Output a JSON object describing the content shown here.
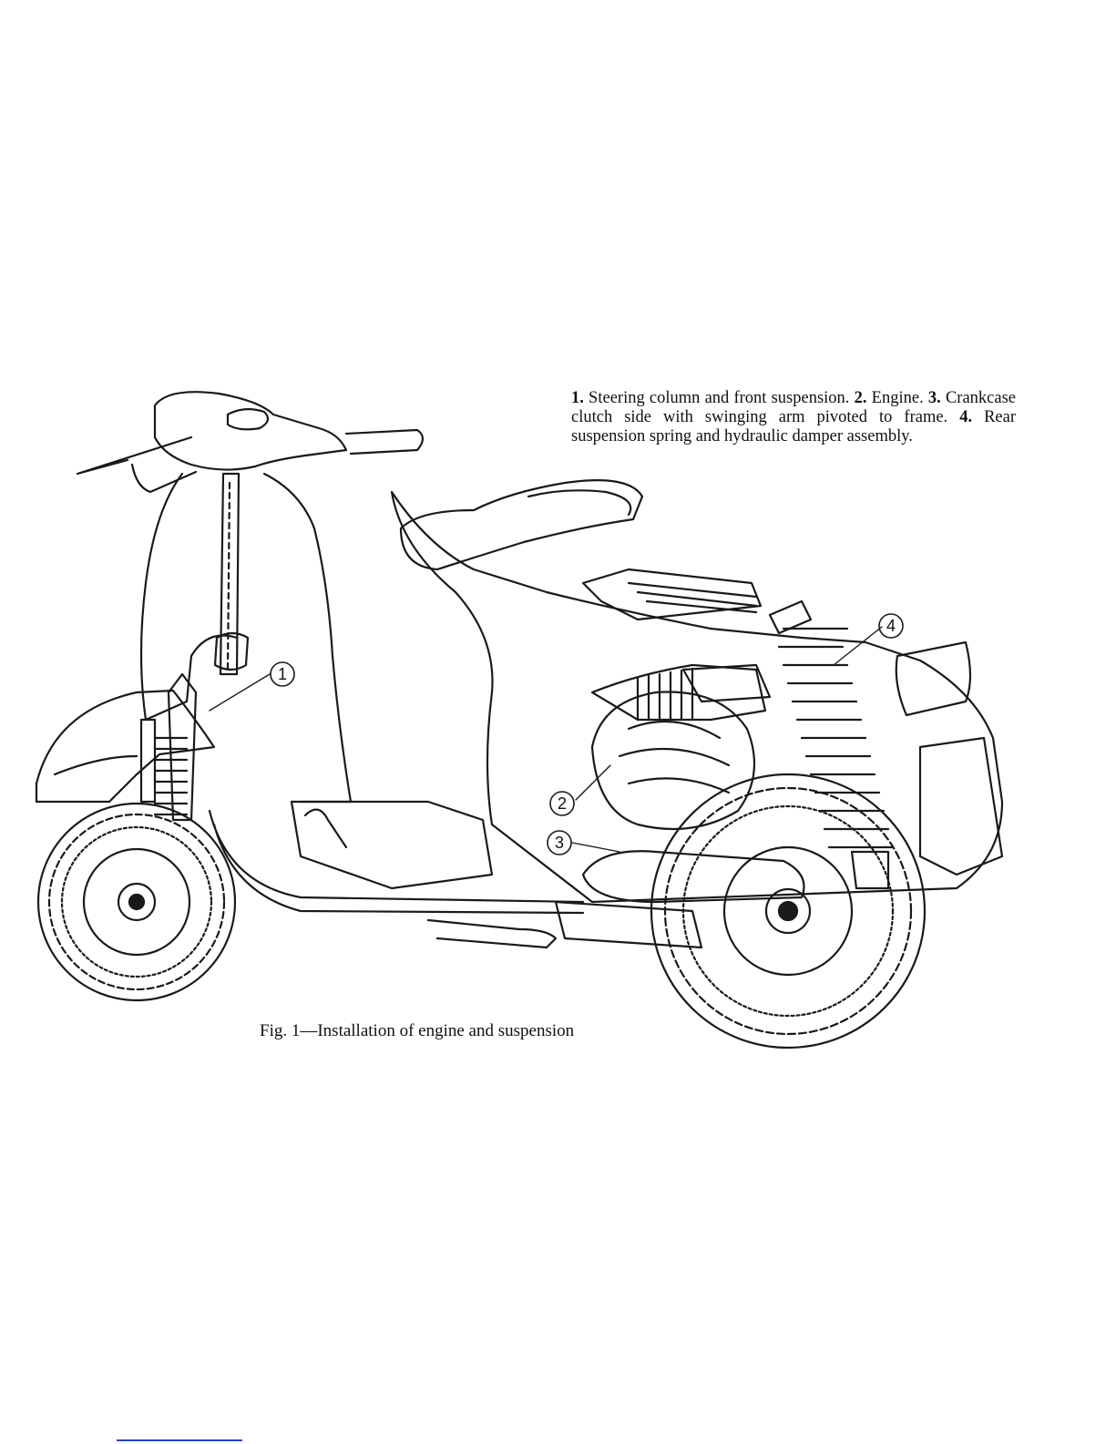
{
  "legend": {
    "items": [
      {
        "num": "1.",
        "text": " Steering column and front suspension. "
      },
      {
        "num": "2.",
        "text": " Engine. "
      },
      {
        "num": "3.",
        "text": " Crankcase clutch side with swinging arm pivoted to frame. "
      },
      {
        "num": "4.",
        "text": " Rear suspension spring and hydraulic damper assembly."
      }
    ]
  },
  "callouts": [
    "1",
    "2",
    "3",
    "4"
  ],
  "caption": "Fig. 1—Installation of engine and suspension",
  "icons": {
    "figure": "scooter-cutaway-illustration"
  }
}
